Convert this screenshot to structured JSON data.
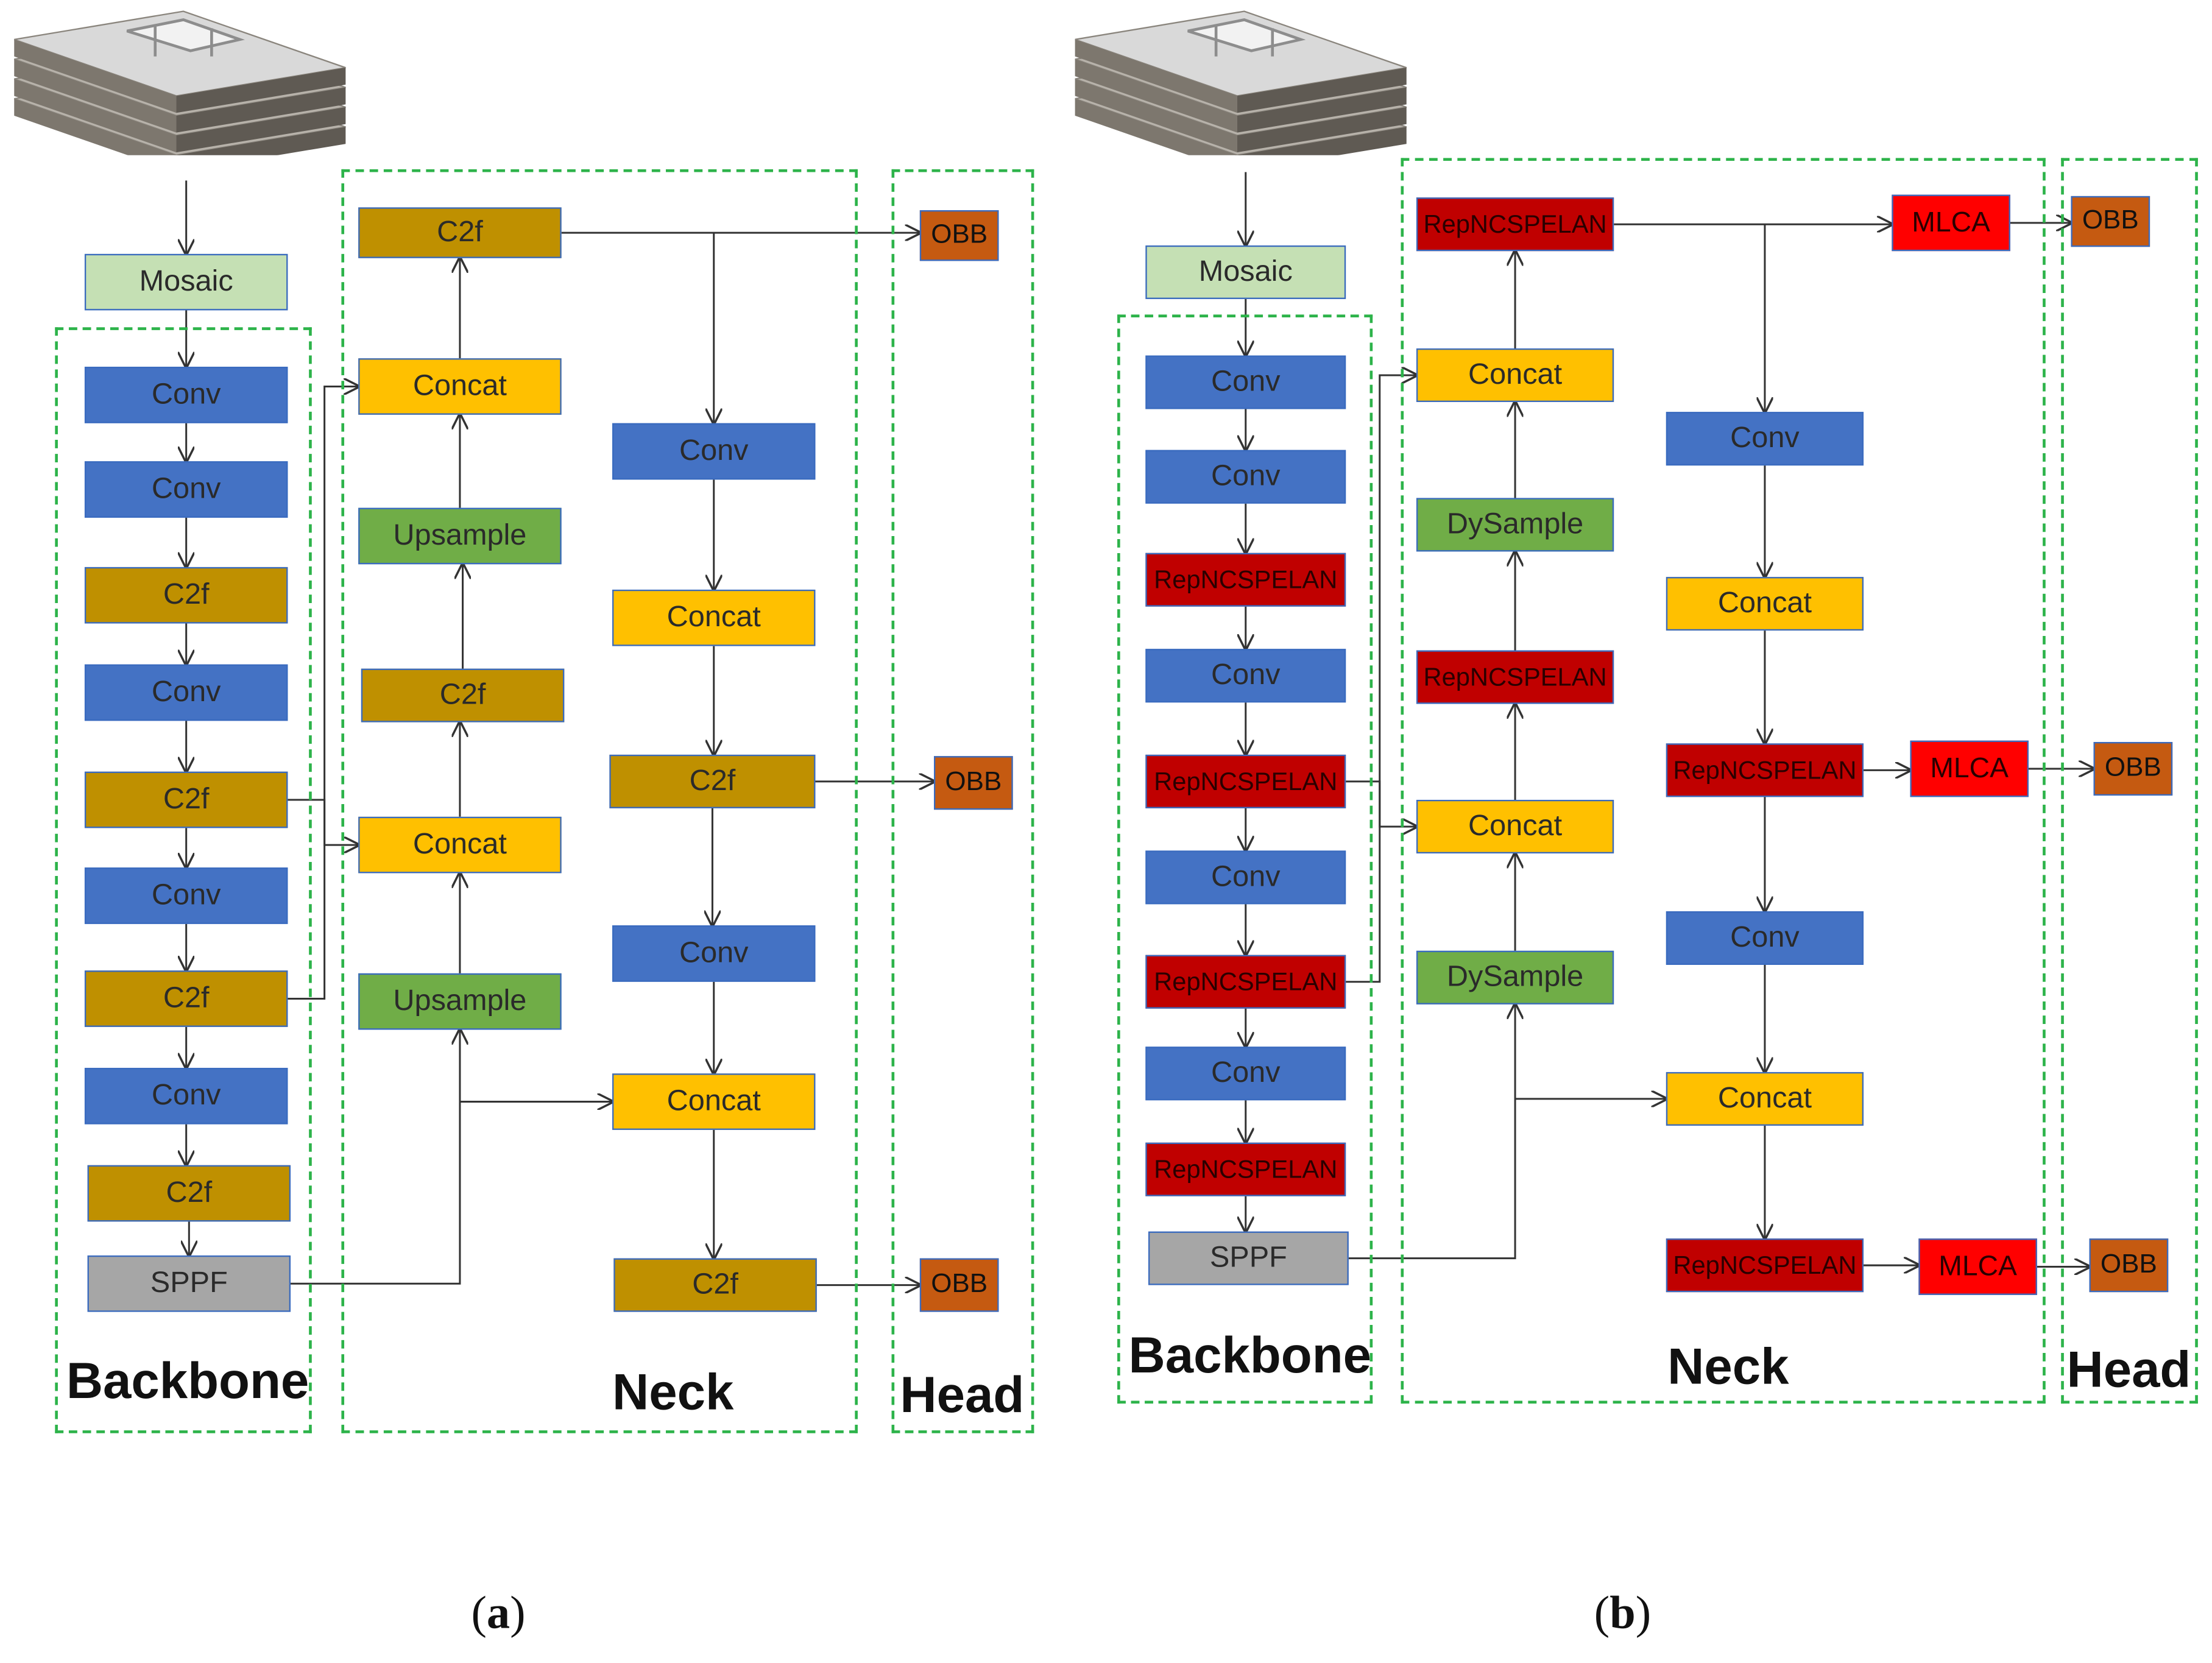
{
  "colors": {
    "conv": "#4472c4",
    "c2f": "#bf9000",
    "concat": "#ffc000",
    "upsample": "#70ad47",
    "mosaic": "#c5e0b4",
    "sppf": "#a6a6a6",
    "rep": "#c00000",
    "mlca": "#ff0000",
    "obb": "#c55a11",
    "dash": "#2db34a"
  },
  "icon": "stacked-image-tiles",
  "a": {
    "mosaic": "Mosaic",
    "backbone": [
      "Conv",
      "Conv",
      "C2f",
      "Conv",
      "C2f",
      "Conv",
      "C2f",
      "Conv",
      "C2f",
      "SPPF"
    ],
    "neck_left": [
      "C2f",
      "Concat",
      "Upsample",
      "C2f",
      "Concat",
      "Upsample"
    ],
    "neck_right": [
      "Conv",
      "Concat",
      "C2f",
      "Conv",
      "Concat",
      "C2f"
    ],
    "head": [
      "OBB",
      "OBB",
      "OBB"
    ],
    "labels": {
      "backbone": "Backbone",
      "neck": "Neck",
      "head": "Head"
    },
    "caption_open": "(",
    "caption_letter": "a",
    "caption_close": ")"
  },
  "b": {
    "mosaic": "Mosaic",
    "backbone": [
      "Conv",
      "Conv",
      "RepNCSPELAN",
      "Conv",
      "RepNCSPELAN",
      "Conv",
      "RepNCSPELAN",
      "Conv",
      "RepNCSPELAN",
      "SPPF"
    ],
    "neck_left": [
      "RepNCSPELAN",
      "Concat",
      "DySample",
      "RepNCSPELAN",
      "Concat",
      "DySample"
    ],
    "neck_right": [
      "Conv",
      "Concat",
      "RepNCSPELAN",
      "Conv",
      "Concat",
      "RepNCSPELAN"
    ],
    "mlca": [
      "MLCA",
      "MLCA",
      "MLCA"
    ],
    "head": [
      "OBB",
      "OBB",
      "OBB"
    ],
    "labels": {
      "backbone": "Backbone",
      "neck": "Neck",
      "head": "Head"
    },
    "caption_open": "(",
    "caption_letter": "b",
    "caption_close": ")"
  }
}
